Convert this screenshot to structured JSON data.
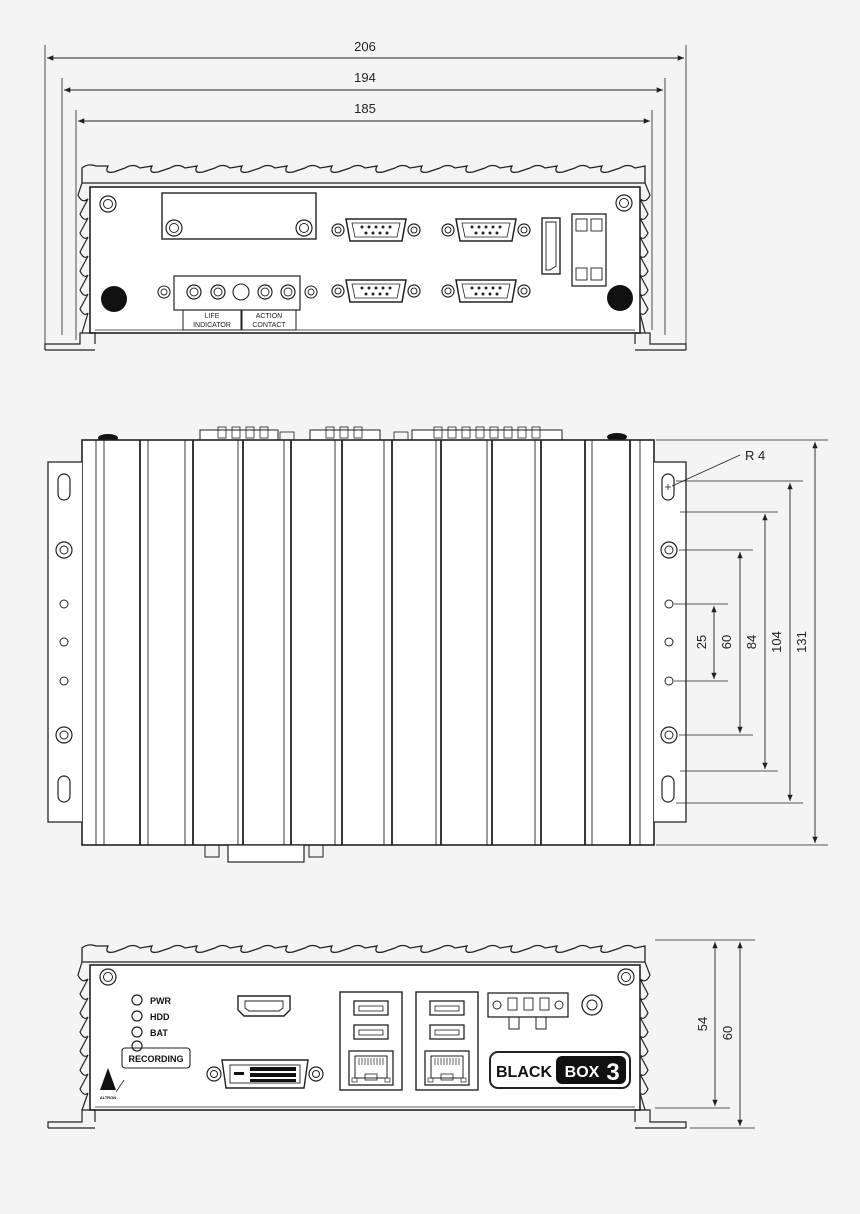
{
  "front_view": {
    "dimensions": [
      "206",
      "194",
      "185"
    ],
    "labels": {
      "life_indicator": [
        "LIFE",
        "INDICATOR"
      ],
      "action_contact": [
        "ACTION",
        "CONTACT"
      ]
    }
  },
  "top_view": {
    "radius_label": "R 4",
    "dimensions": [
      "25",
      "60",
      "84",
      "104",
      "131"
    ]
  },
  "rear_view": {
    "leds": [
      "PWR",
      "HDD",
      "BAT"
    ],
    "recording_label": "RECORDING",
    "logo": "ALTRON",
    "brand": {
      "black": "BLACK",
      "box": "BOX",
      "number": "3"
    },
    "dimensions": [
      "54",
      "60"
    ]
  },
  "colors": {
    "line": "#222222",
    "background": "#f4f4f4",
    "dark_screw": "#111111"
  }
}
